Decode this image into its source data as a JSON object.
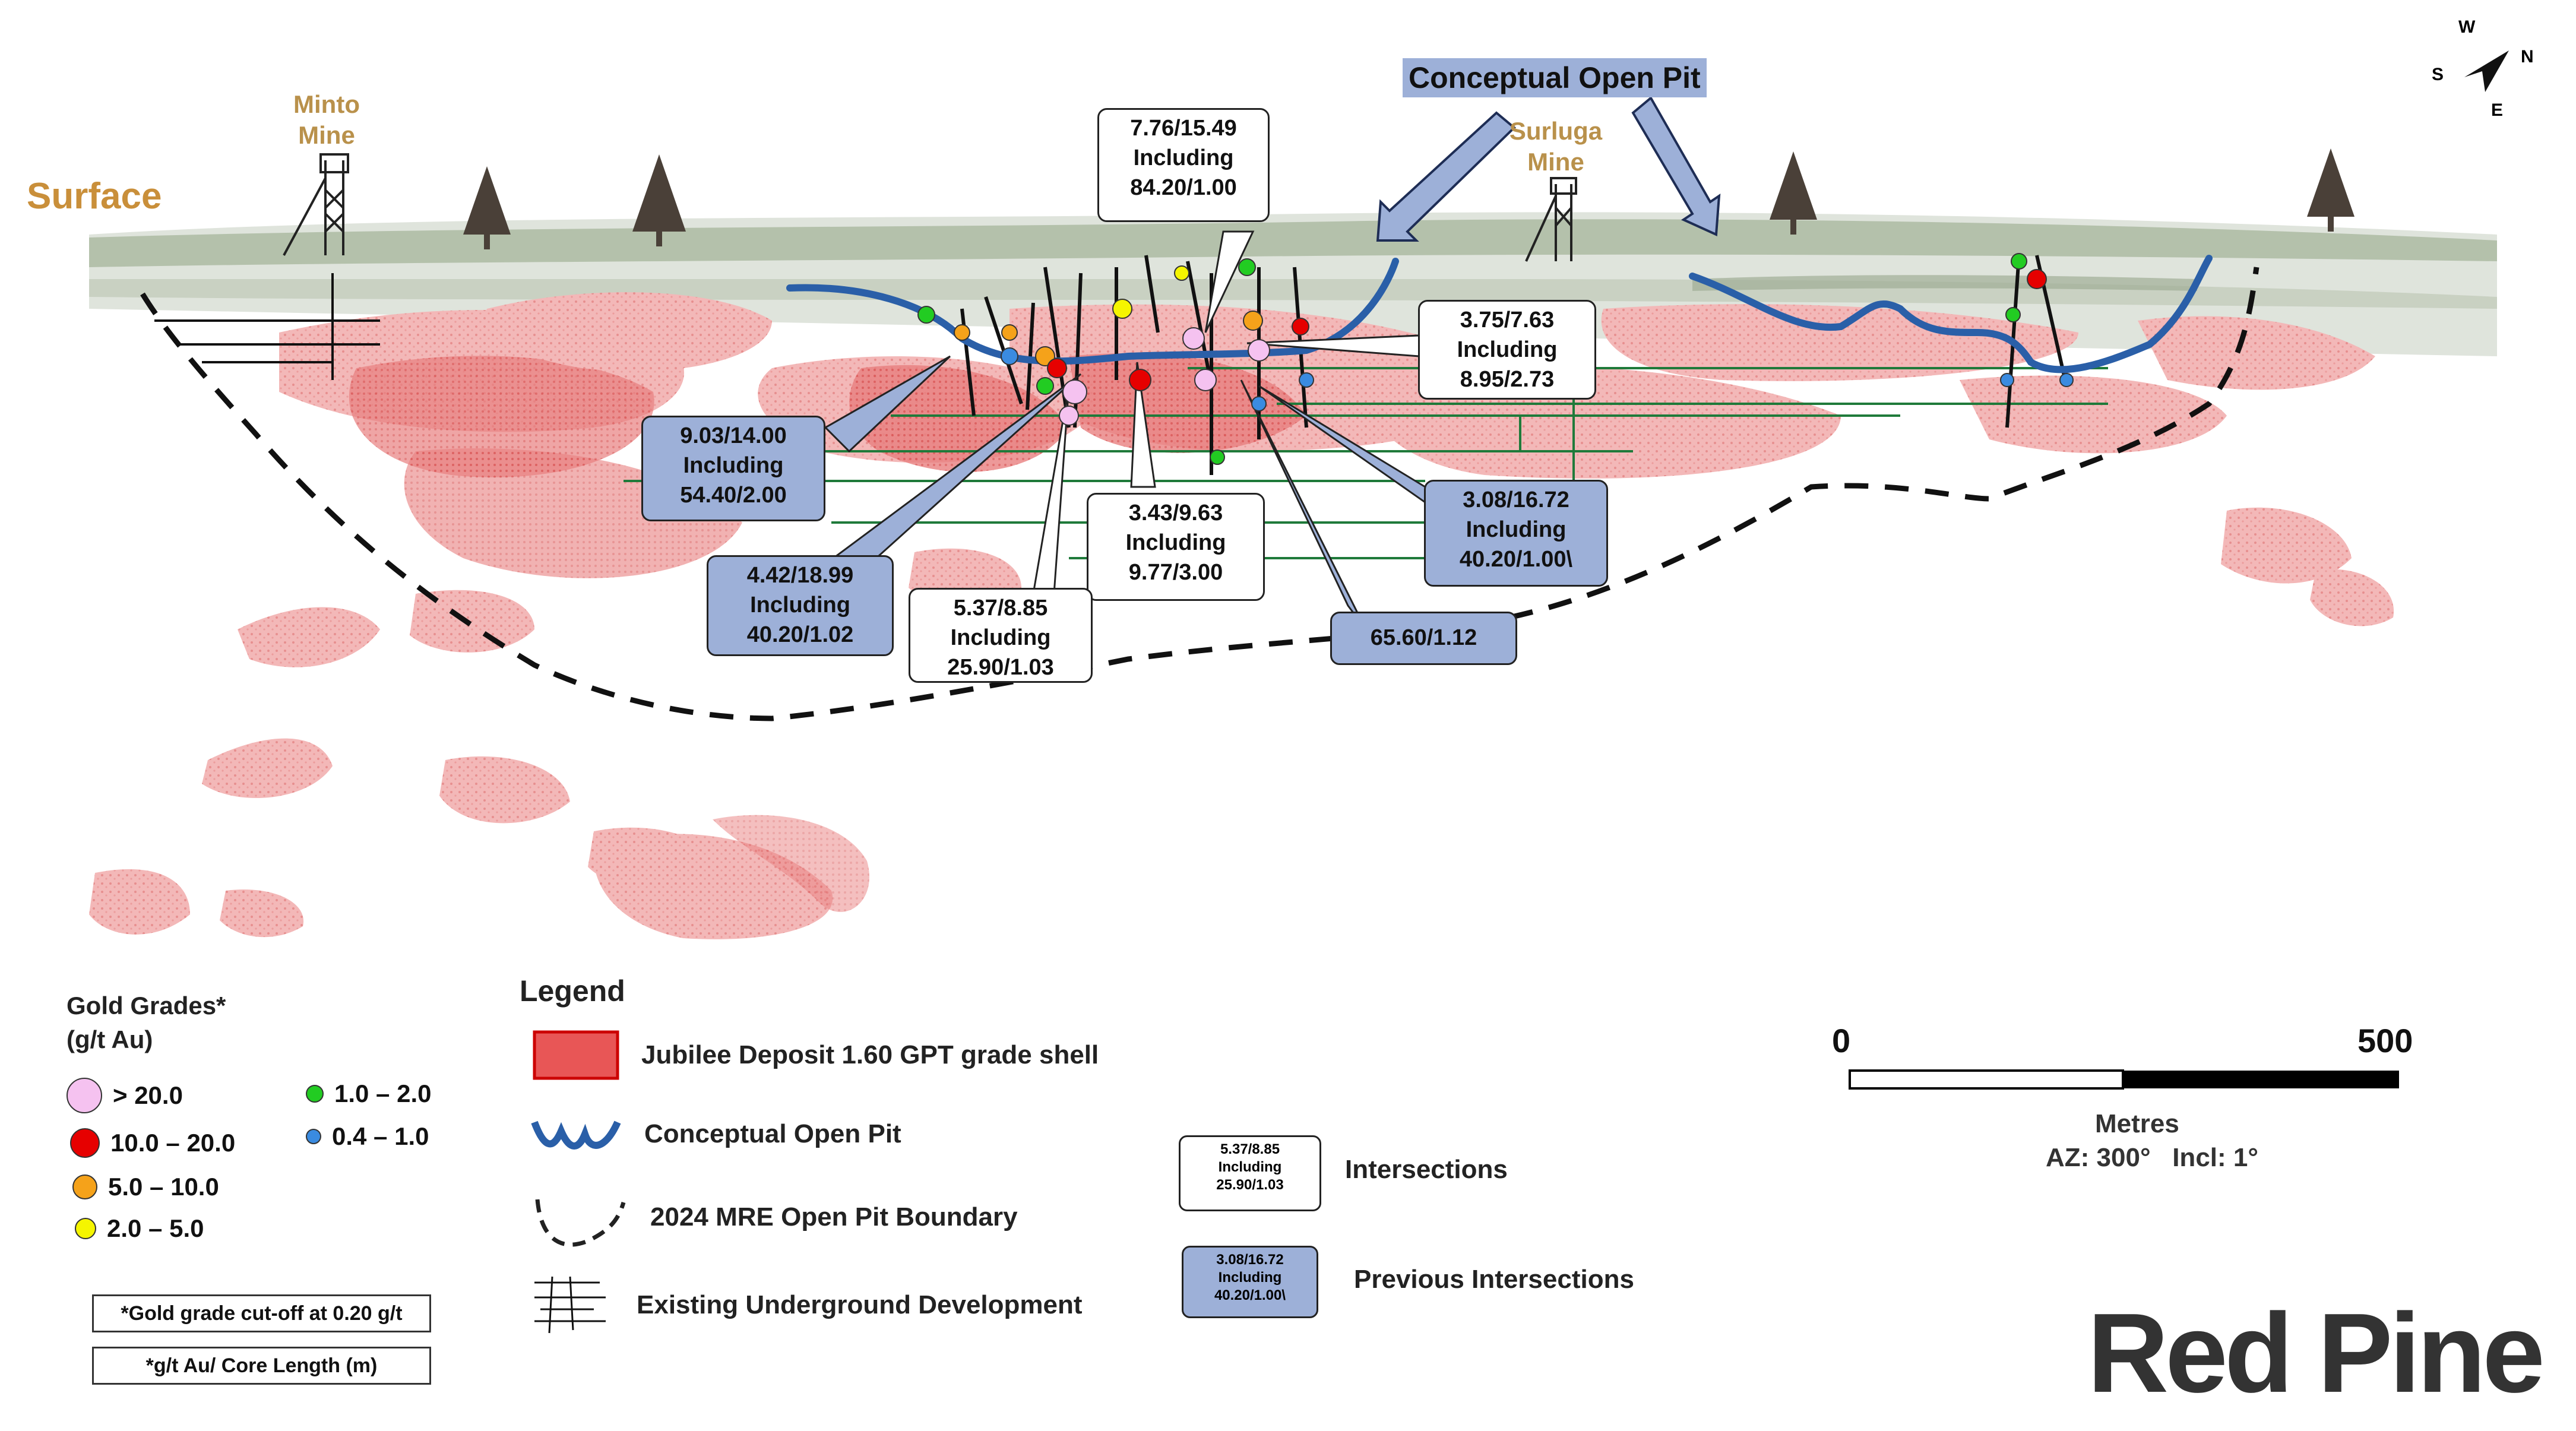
{
  "labels": {
    "surface": "Surface",
    "minto_mine": [
      "Minto",
      "Mine"
    ],
    "surluga_mine": [
      "Surluga",
      "Mine"
    ],
    "conceptual_open_pit": "Conceptual Open Pit"
  },
  "compass": {
    "letters": [
      "W",
      "N",
      "E",
      "S"
    ]
  },
  "callouts": [
    {
      "id": "c1",
      "type": "new",
      "lines": [
        "7.76/15.49",
        "Including",
        "84.20/1.00"
      ]
    },
    {
      "id": "c2",
      "type": "new",
      "lines": [
        "3.75/7.63",
        "Including",
        "8.95/2.73"
      ]
    },
    {
      "id": "c3",
      "type": "prev",
      "lines": [
        "9.03/14.00",
        "Including",
        "54.40/2.00"
      ]
    },
    {
      "id": "c4",
      "type": "new",
      "lines": [
        "3.43/9.63",
        "Including",
        "9.77/3.00"
      ]
    },
    {
      "id": "c5",
      "type": "prev",
      "lines": [
        "3.08/16.72",
        "Including",
        "40.20/1.00\\"
      ]
    },
    {
      "id": "c6",
      "type": "prev",
      "lines": [
        "4.42/18.99",
        "Including",
        "40.20/1.02"
      ]
    },
    {
      "id": "c7",
      "type": "new",
      "lines": [
        "5.37/8.85",
        "Including",
        "25.90/1.03"
      ]
    },
    {
      "id": "c8",
      "type": "prev",
      "lines": [
        "65.60/1.12"
      ]
    }
  ],
  "grade_legend": {
    "title": "Gold Grades*",
    "unit": "(g/t Au)",
    "items": [
      {
        "label": "> 20.0",
        "color": "#f5c2f0"
      },
      {
        "label": "10.0 – 20.0",
        "color": "#e60000"
      },
      {
        "label": "5.0 – 10.0",
        "color": "#f5a21a"
      },
      {
        "label": "2.0 – 5.0",
        "color": "#f5f500"
      },
      {
        "label": "1.0 – 2.0",
        "color": "#22cc22"
      },
      {
        "label": "0.4 – 1.0",
        "color": "#3a8be0"
      }
    ],
    "notes": [
      "*Gold grade cut-off at 0.20 g/t",
      "*g/t Au/ Core Length (m)"
    ]
  },
  "legend": {
    "title": "Legend",
    "items": [
      {
        "label": "Jubilee Deposit 1.60 GPT grade shell",
        "icon": "red-grade-shell-swatch",
        "color": "#e85656"
      },
      {
        "label": "Conceptual Open Pit",
        "icon": "blue-pit-line",
        "color": "#2a5fa8"
      },
      {
        "label": "2024 MRE Open Pit Boundary",
        "icon": "dashed-boundary-line"
      },
      {
        "label": "Existing Underground  Development",
        "icon": "underground-development-lines"
      },
      {
        "label": "Intersections",
        "sample": [
          "5.37/8.85",
          "Including",
          "25.90/1.03"
        ]
      },
      {
        "label": "Previous Intersections",
        "sample": [
          "3.08/16.72",
          "Including",
          "40.20/1.00\\"
        ]
      }
    ]
  },
  "scale": {
    "start": "0",
    "end": "500",
    "unit": "Metres",
    "orientation": "AZ: 300°   Incl: 1°"
  },
  "brand": {
    "name": "Red Pine"
  },
  "colors": {
    "pit_line": "#2a5fa8",
    "grade_shell": "#e85656",
    "previous_callout": "#9db0d8",
    "mine_label": "#b9914b"
  }
}
